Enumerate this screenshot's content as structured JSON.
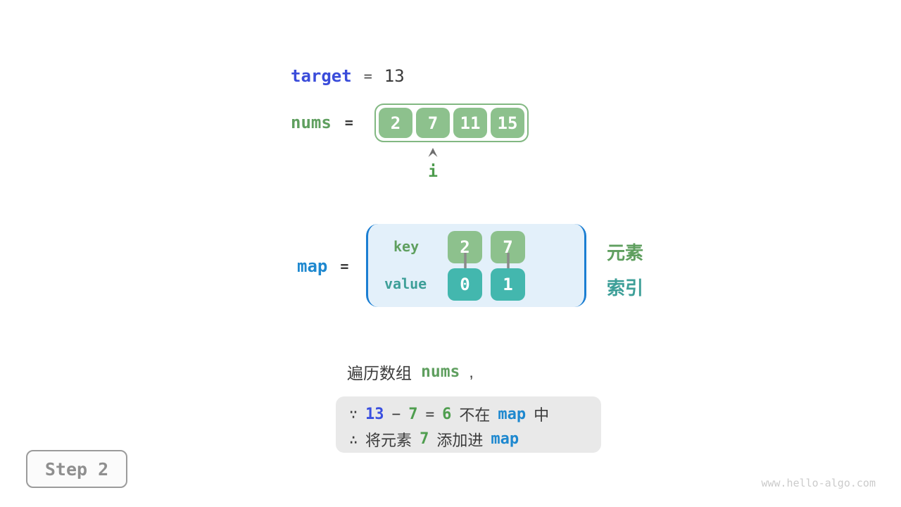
{
  "target_line": {
    "label": "target",
    "equals": "=",
    "value": "13"
  },
  "nums_line": {
    "label": "nums",
    "equals": "="
  },
  "nums_array": {
    "values": [
      "2",
      "7",
      "11",
      "15"
    ],
    "pointer": {
      "label": "i",
      "points_to_value": "7",
      "points_to_index": 1
    }
  },
  "map_line": {
    "label": "map",
    "equals": "="
  },
  "map": {
    "key_label": "key",
    "value_label": "value",
    "entries": [
      {
        "key": "2",
        "value": "0"
      },
      {
        "key": "7",
        "value": "1"
      }
    ]
  },
  "side_labels": {
    "element": "元素",
    "index": "索引"
  },
  "caption": {
    "prefix": "遍历数组",
    "code": "nums",
    "comma": ","
  },
  "note_box": {
    "line1": {
      "because": "∵",
      "minuend": "13",
      "minus": "−",
      "subtrahend": "7",
      "equals": "=",
      "result": "6",
      "text_mid": "不在",
      "code": "map",
      "text_end": "中"
    },
    "line2": {
      "therefore": "∴",
      "text_start": "将元素",
      "num": "7",
      "text_mid": "添加进",
      "code": "map"
    }
  },
  "step_badge": {
    "label": "Step 2"
  },
  "watermark": "www.hello-algo.com",
  "colors": {
    "target_blue": "#3a4cda",
    "map_blue": "#1e88cf",
    "code_green": "#5f9f5f",
    "teal": "#43b7ae",
    "cell_green": "#8dc18d",
    "bracket_blue": "#1b7ed2",
    "map_bg": "#e3f0fa",
    "note_bg": "#e9e9e9",
    "arrow_gray": "#8a8a8a",
    "text_dark": "#3c3c3c"
  }
}
